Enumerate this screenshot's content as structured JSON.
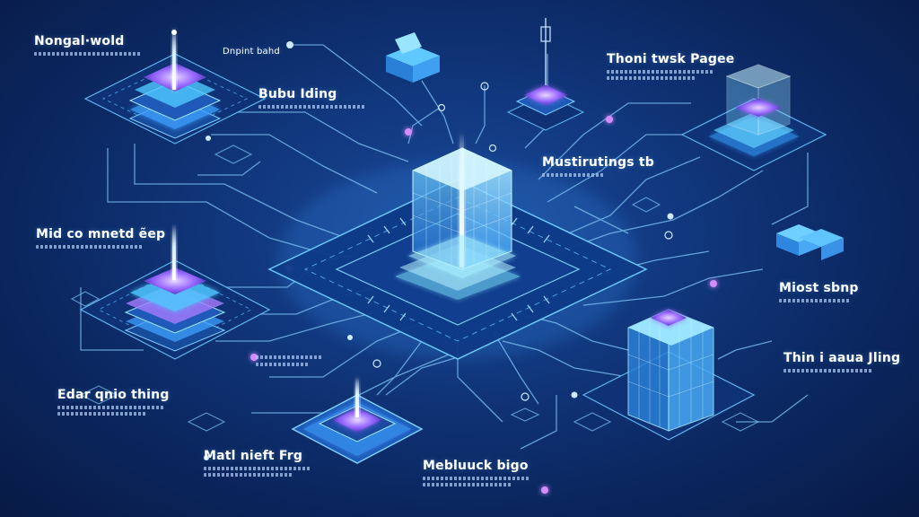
{
  "labels": {
    "nongal": "Nongal·wold",
    "dnpint": "Dnpint bahd",
    "bubu": "Bubu Iding",
    "thoni": "Thoni twsk Pagee",
    "musl": "Mustirutings tb",
    "mid": "Mid co mnetd ẽep",
    "miost": "Miost sbnp",
    "thin": "Thin i aaua Jling",
    "edar": "Edar qnio thing",
    "matl": "Matl nieft Frg",
    "melb": "Mebluuck bigo"
  },
  "colors": {
    "background": "#0c2a66",
    "glow": "#5fd0ff",
    "accent_purple": "#a77bff",
    "node_pink": "#d48cff"
  }
}
